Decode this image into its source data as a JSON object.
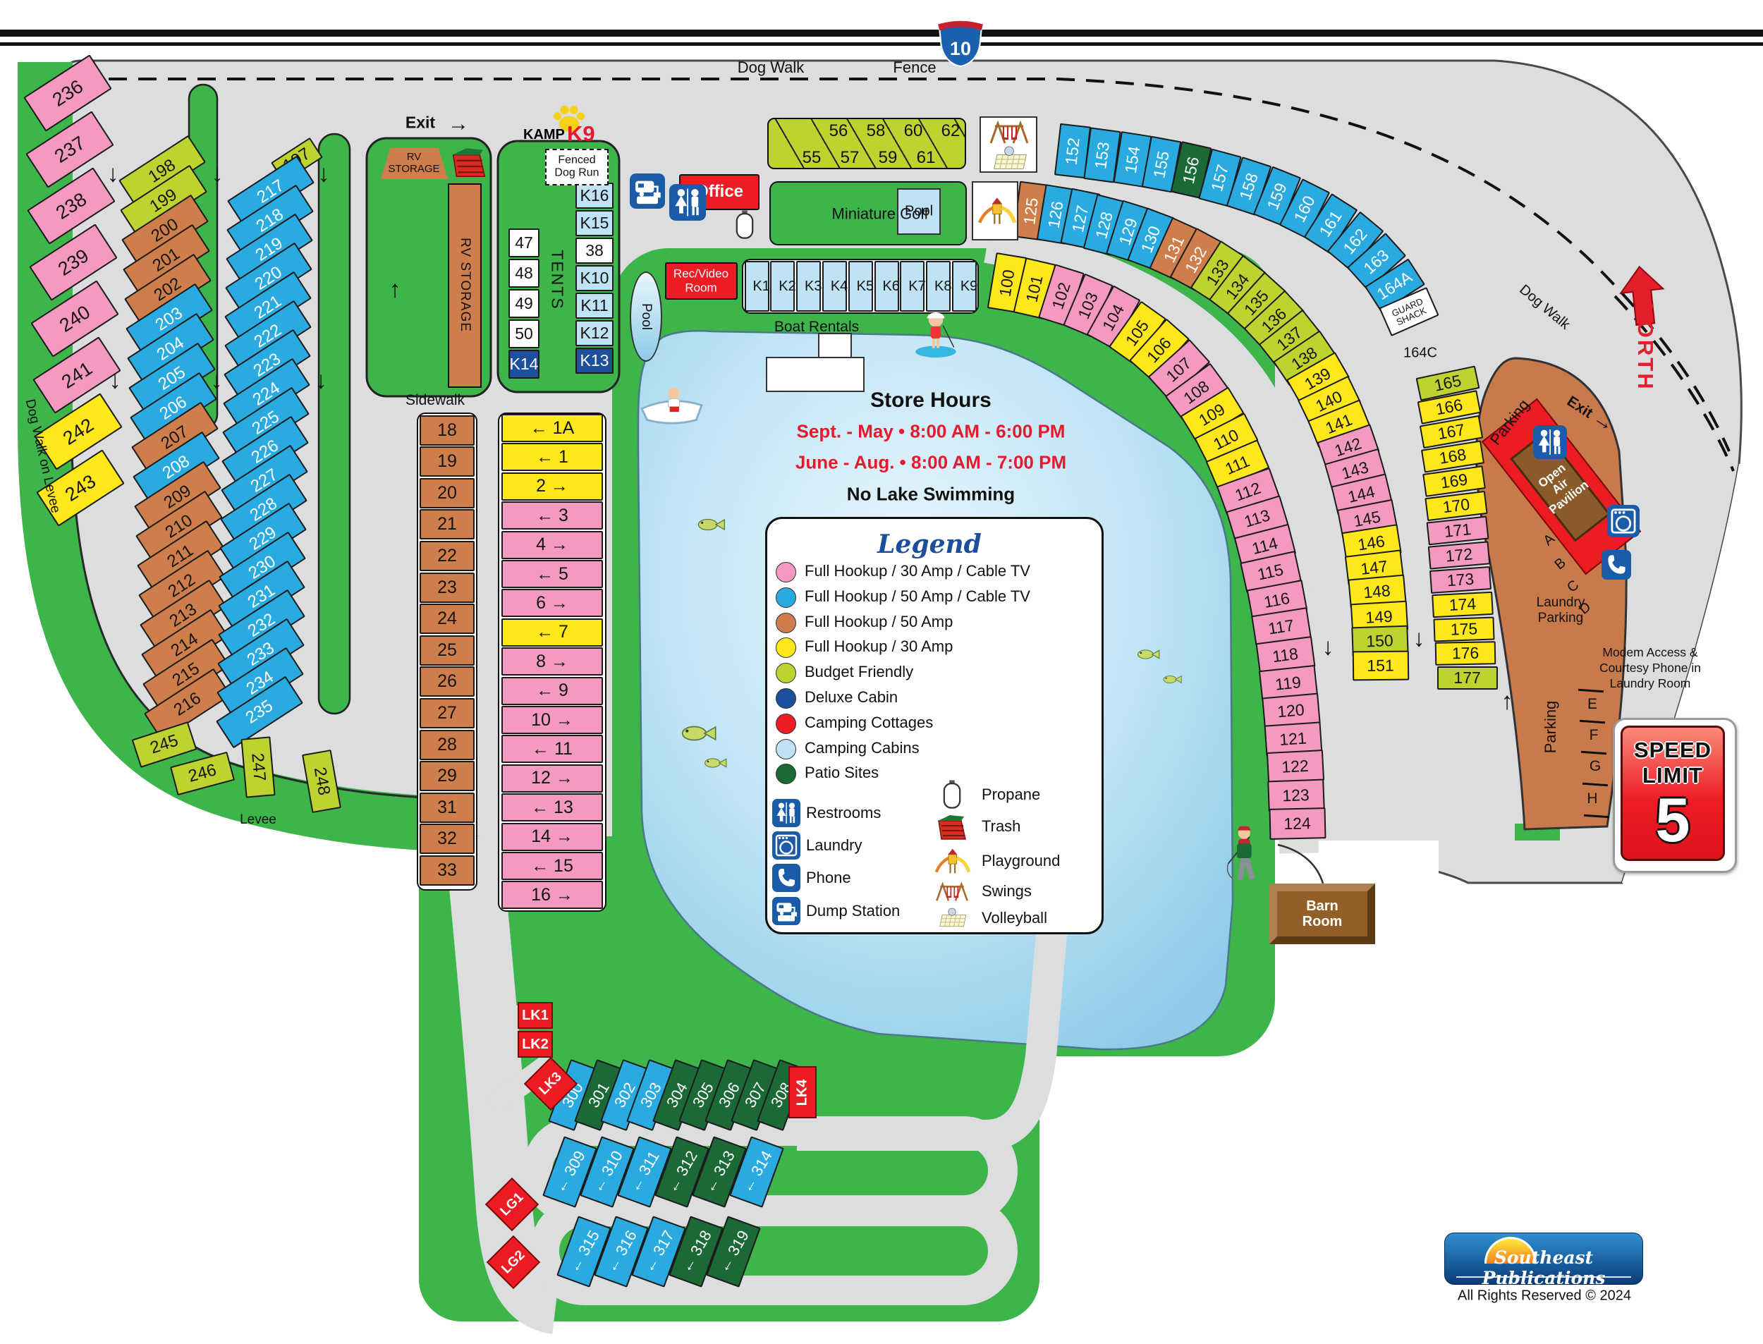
{
  "palette": {
    "grass": "#3DB54A",
    "road": "#DCDDDE",
    "lake_edge": "#8FCBE9",
    "lake_center": "#EAF7FD",
    "accent_red": "#ED1C24",
    "hours_red": "#E8192C",
    "north_red": "#E31F2B",
    "parking_brown": "#C87A4B",
    "barn_brown": "#935F28",
    "types": {
      "p": "#F49AC1",
      "b": "#29ABE2",
      "o": "#CE7E4A",
      "y": "#FFE81A",
      "g": "#BFD330",
      "n": "#1C4F9C",
      "r": "#ED1C24",
      "c": "#BFE2F4",
      "d": "#1A6937",
      "w": "#FFFFFF"
    }
  },
  "labels": {
    "dog_walk_top": "Dog Walk",
    "fence": "Fence",
    "i10": "10",
    "exit": "Exit",
    "exit_right": "Exit",
    "sidewalk": "Sidewalk",
    "rv_storage_upper": "RV STORAGE",
    "rv_storage_strip": "RV STORAGE",
    "kamp": "KAMP",
    "k9": "K9",
    "fenced_dog_run": "Fenced Dog Run",
    "tents": "TENTS",
    "office": "Office",
    "miniature_golf": "Miniature Golf",
    "pool_small": "Pool",
    "pool_oval": "Pool",
    "rec_video_room": "Rec/Video Room",
    "boat_rentals": "Boat Rentals",
    "dog_walk_on_levee": "Dog Walk on Levee",
    "levee": "Levee",
    "dog_walk_right": "Dog Walk",
    "north": "NORTH",
    "parking_upper": "Parking",
    "parking_lower": "Parking",
    "laundry_parking": "Laundry Parking",
    "modem_note": "Modem Access & Courtesy Phone in Laundry Room",
    "open_air_pavilion": "Open Air Pavilion",
    "guard_shack": "GUARD SHACK",
    "site_164c": "164C",
    "barn_room": "Barn Room",
    "pavilion_rows": [
      "A",
      "B",
      "C",
      "D"
    ],
    "parking_rows": [
      "E",
      "F",
      "G",
      "H"
    ]
  },
  "store_hours": {
    "heading": "Store Hours",
    "line1": "Sept. - May • 8:00 AM - 6:00 PM",
    "line2": "June - Aug. • 8:00 AM - 7:00 PM",
    "no_swim": "No Lake Swimming"
  },
  "speed_limit": {
    "line1": "SPEED",
    "line2": "LIMIT",
    "value": "5"
  },
  "footer": {
    "publisher": "Southeast Publications",
    "rights": "All Rights Reserved © 2024"
  },
  "legend": {
    "title": "Legend",
    "items": [
      {
        "label": "Full Hookup / 30 Amp / Cable TV",
        "color": "#F49AC1"
      },
      {
        "label": "Full Hookup / 50 Amp / Cable TV",
        "color": "#29ABE2"
      },
      {
        "label": "Full Hookup / 50 Amp",
        "color": "#CE7E4A"
      },
      {
        "label": "Full Hookup / 30 Amp",
        "color": "#FFE81A"
      },
      {
        "label": "Budget Friendly",
        "color": "#BFD330"
      },
      {
        "label": "Deluxe Cabin",
        "color": "#1C4F9C"
      },
      {
        "label": "Camping Cottages",
        "color": "#ED1C24"
      },
      {
        "label": "Camping Cabins",
        "color": "#BFE2F4"
      },
      {
        "label": "Patio Sites",
        "color": "#1A6937"
      }
    ],
    "amenities_left": [
      {
        "icon": "restrooms",
        "label": "Restrooms"
      },
      {
        "icon": "laundry",
        "label": "Laundry"
      },
      {
        "icon": "phone",
        "label": "Phone"
      },
      {
        "icon": "dump",
        "label": "Dump Station"
      }
    ],
    "amenities_right": [
      {
        "icon": "propane",
        "label": "Propane"
      },
      {
        "icon": "trash",
        "label": "Trash"
      },
      {
        "icon": "play",
        "label": "Playground"
      },
      {
        "icon": "swings",
        "label": "Swings"
      },
      {
        "icon": "volley",
        "label": "Volleyball"
      }
    ]
  },
  "markers": {
    "lk1": "LK1",
    "lk2": "LK2",
    "lk3": "LK3",
    "lk4": "LK4",
    "lg1": "LG1",
    "lg2": "LG2"
  },
  "row55": {
    "top": [
      "56",
      "58",
      "60",
      "62"
    ],
    "bottom": [
      "55",
      "57",
      "59",
      "61"
    ]
  },
  "sites": {
    "col236": [
      {
        "n": "236",
        "t": "p"
      },
      {
        "n": "237",
        "t": "p"
      },
      {
        "n": "238",
        "t": "p"
      },
      {
        "n": "239",
        "t": "p"
      },
      {
        "n": "240",
        "t": "p"
      },
      {
        "n": "241",
        "t": "p"
      },
      {
        "n": "242",
        "t": "y"
      },
      {
        "n": "243",
        "t": "y"
      }
    ],
    "col198": [
      {
        "n": "198",
        "t": "g"
      },
      {
        "n": "199",
        "t": "g"
      },
      {
        "n": "200",
        "t": "o"
      },
      {
        "n": "201",
        "t": "o"
      },
      {
        "n": "202",
        "t": "o"
      },
      {
        "n": "203",
        "t": "b"
      },
      {
        "n": "204",
        "t": "b"
      },
      {
        "n": "205",
        "t": "b"
      },
      {
        "n": "206",
        "t": "b"
      },
      {
        "n": "207",
        "t": "o"
      },
      {
        "n": "208",
        "t": "b"
      },
      {
        "n": "209",
        "t": "o"
      },
      {
        "n": "210",
        "t": "o"
      },
      {
        "n": "211",
        "t": "o"
      },
      {
        "n": "212",
        "t": "o"
      },
      {
        "n": "213",
        "t": "o"
      },
      {
        "n": "214",
        "t": "o"
      },
      {
        "n": "215",
        "t": "o"
      },
      {
        "n": "216",
        "t": "o"
      }
    ],
    "tag197": [
      {
        "n": "197",
        "t": "g"
      }
    ],
    "col217": [
      {
        "n": "217",
        "t": "b"
      },
      {
        "n": "218",
        "t": "b"
      },
      {
        "n": "219",
        "t": "b"
      },
      {
        "n": "220",
        "t": "b"
      },
      {
        "n": "221",
        "t": "b"
      },
      {
        "n": "222",
        "t": "b"
      },
      {
        "n": "223",
        "t": "b"
      },
      {
        "n": "224",
        "t": "b"
      },
      {
        "n": "225",
        "t": "b"
      },
      {
        "n": "226",
        "t": "b"
      },
      {
        "n": "227",
        "t": "b"
      },
      {
        "n": "228",
        "t": "b"
      },
      {
        "n": "229",
        "t": "b"
      },
      {
        "n": "230",
        "t": "b"
      },
      {
        "n": "231",
        "t": "b"
      },
      {
        "n": "232",
        "t": "b"
      },
      {
        "n": "233",
        "t": "b"
      },
      {
        "n": "234",
        "t": "b"
      },
      {
        "n": "235",
        "t": "b"
      }
    ],
    "grp245": [
      {
        "n": "245",
        "t": "g"
      },
      {
        "n": "246",
        "t": "g"
      },
      {
        "n": "247",
        "t": "g"
      },
      {
        "n": "248",
        "t": "g"
      }
    ],
    "col18": [
      {
        "n": "18",
        "t": "o"
      },
      {
        "n": "19",
        "t": "o"
      },
      {
        "n": "20",
        "t": "o"
      },
      {
        "n": "21",
        "t": "o"
      },
      {
        "n": "22",
        "t": "o"
      },
      {
        "n": "23",
        "t": "o"
      },
      {
        "n": "24",
        "t": "o"
      },
      {
        "n": "25",
        "t": "o"
      },
      {
        "n": "26",
        "t": "o"
      },
      {
        "n": "27",
        "t": "o"
      },
      {
        "n": "28",
        "t": "o"
      },
      {
        "n": "29",
        "t": "o"
      },
      {
        "n": "31",
        "t": "o"
      },
      {
        "n": "32",
        "t": "o"
      },
      {
        "n": "33",
        "t": "o"
      }
    ],
    "col1A": [
      {
        "n": "← 1A",
        "t": "y"
      },
      {
        "n": "← 1",
        "t": "y"
      },
      {
        "n": "2 →",
        "t": "y"
      },
      {
        "n": "← 3",
        "t": "p"
      },
      {
        "n": "4 →",
        "t": "p"
      },
      {
        "n": "← 5",
        "t": "p"
      },
      {
        "n": "6 →",
        "t": "p"
      },
      {
        "n": "← 7",
        "t": "y"
      },
      {
        "n": "8 →",
        "t": "p"
      },
      {
        "n": "← 9",
        "t": "p"
      },
      {
        "n": "10 →",
        "t": "p"
      },
      {
        "n": "← 11",
        "t": "p"
      },
      {
        "n": "12 →",
        "t": "p"
      },
      {
        "n": "← 13",
        "t": "p"
      },
      {
        "n": "14 →",
        "t": "p"
      },
      {
        "n": "← 15",
        "t": "p"
      },
      {
        "n": "16 →",
        "t": "p"
      }
    ],
    "tentsL": [
      {
        "n": "47",
        "t": "w"
      },
      {
        "n": "48",
        "t": "w"
      },
      {
        "n": "49",
        "t": "w"
      },
      {
        "n": "50",
        "t": "w"
      },
      {
        "n": "K14",
        "t": "n"
      }
    ],
    "tentsR": [
      {
        "n": "K16",
        "t": "c"
      },
      {
        "n": "K15",
        "t": "c"
      },
      {
        "n": "38",
        "t": "w"
      },
      {
        "n": "K10",
        "t": "c"
      },
      {
        "n": "K11",
        "t": "c"
      },
      {
        "n": "K12",
        "t": "c"
      },
      {
        "n": "K13",
        "t": "n"
      }
    ],
    "k19": [
      {
        "n": "K1",
        "t": "c"
      },
      {
        "n": "K2",
        "t": "c"
      },
      {
        "n": "K3",
        "t": "c"
      },
      {
        "n": "K4",
        "t": "c"
      },
      {
        "n": "K5",
        "t": "c"
      },
      {
        "n": "K6",
        "t": "c"
      },
      {
        "n": "K7",
        "t": "c"
      },
      {
        "n": "K8",
        "t": "c"
      },
      {
        "n": "K9",
        "t": "c"
      }
    ],
    "arcInner": [
      {
        "n": "100",
        "t": "y"
      },
      {
        "n": "101",
        "t": "y"
      },
      {
        "n": "102",
        "t": "p"
      },
      {
        "n": "103",
        "t": "p"
      },
      {
        "n": "104",
        "t": "p"
      },
      {
        "n": "105",
        "t": "y"
      },
      {
        "n": "106",
        "t": "y"
      },
      {
        "n": "107",
        "t": "p"
      },
      {
        "n": "108",
        "t": "p"
      },
      {
        "n": "109",
        "t": "y"
      },
      {
        "n": "110",
        "t": "y"
      },
      {
        "n": "111",
        "t": "y"
      },
      {
        "n": "112",
        "t": "p"
      },
      {
        "n": "113",
        "t": "p"
      },
      {
        "n": "114",
        "t": "p"
      },
      {
        "n": "115",
        "t": "p"
      },
      {
        "n": "116",
        "t": "p"
      },
      {
        "n": "117",
        "t": "p"
      },
      {
        "n": "118",
        "t": "p"
      },
      {
        "n": "119",
        "t": "p"
      },
      {
        "n": "120",
        "t": "p"
      },
      {
        "n": "121",
        "t": "p"
      },
      {
        "n": "122",
        "t": "p"
      },
      {
        "n": "123",
        "t": "p"
      },
      {
        "n": "124",
        "t": "p"
      }
    ],
    "arcMid": [
      {
        "n": "125",
        "t": "o",
        "wt": 1
      },
      {
        "n": "126",
        "t": "b"
      },
      {
        "n": "127",
        "t": "b"
      },
      {
        "n": "128",
        "t": "b"
      },
      {
        "n": "129",
        "t": "b"
      },
      {
        "n": "130",
        "t": "b"
      },
      {
        "n": "131",
        "t": "o",
        "wt": 1
      },
      {
        "n": "132",
        "t": "o",
        "wt": 1
      },
      {
        "n": "133",
        "t": "g"
      },
      {
        "n": "134",
        "t": "g"
      },
      {
        "n": "135",
        "t": "g"
      },
      {
        "n": "136",
        "t": "g"
      },
      {
        "n": "137",
        "t": "g"
      },
      {
        "n": "138",
        "t": "g"
      },
      {
        "n": "139",
        "t": "y"
      },
      {
        "n": "140",
        "t": "y"
      },
      {
        "n": "141",
        "t": "y"
      },
      {
        "n": "142",
        "t": "p"
      },
      {
        "n": "143",
        "t": "p"
      },
      {
        "n": "144",
        "t": "p"
      },
      {
        "n": "145",
        "t": "p"
      },
      {
        "n": "146",
        "t": "y"
      },
      {
        "n": "147",
        "t": "y"
      },
      {
        "n": "148",
        "t": "y"
      },
      {
        "n": "149",
        "t": "y"
      },
      {
        "n": "150",
        "t": "g"
      },
      {
        "n": "151",
        "t": "y"
      }
    ],
    "arcOuter": [
      {
        "n": "152",
        "t": "b"
      },
      {
        "n": "153",
        "t": "b"
      },
      {
        "n": "154",
        "t": "b"
      },
      {
        "n": "155",
        "t": "b"
      },
      {
        "n": "156",
        "t": "d"
      },
      {
        "n": "157",
        "t": "b"
      },
      {
        "n": "158",
        "t": "b"
      },
      {
        "n": "159",
        "t": "b"
      },
      {
        "n": "160",
        "t": "b"
      },
      {
        "n": "161",
        "t": "b"
      },
      {
        "n": "162",
        "t": "b"
      },
      {
        "n": "163",
        "t": "b"
      },
      {
        "n": "164A",
        "t": "b"
      },
      {
        "n": "GUARD SHACK",
        "t": "w",
        "fs": 13
      }
    ],
    "col165": [
      {
        "n": "165",
        "t": "g"
      },
      {
        "n": "166",
        "t": "y"
      },
      {
        "n": "167",
        "t": "y"
      },
      {
        "n": "168",
        "t": "y"
      },
      {
        "n": "169",
        "t": "y"
      },
      {
        "n": "170",
        "t": "y"
      },
      {
        "n": "171",
        "t": "p"
      },
      {
        "n": "172",
        "t": "p"
      },
      {
        "n": "173",
        "t": "p"
      },
      {
        "n": "174",
        "t": "y"
      },
      {
        "n": "175",
        "t": "y"
      },
      {
        "n": "176",
        "t": "y"
      },
      {
        "n": "177",
        "t": "g"
      }
    ],
    "row300": [
      {
        "n": "300",
        "t": "b"
      },
      {
        "n": "301",
        "t": "d"
      },
      {
        "n": "302",
        "t": "b"
      },
      {
        "n": "303",
        "t": "b"
      },
      {
        "n": "304",
        "t": "d"
      },
      {
        "n": "305",
        "t": "d"
      },
      {
        "n": "306",
        "t": "d"
      },
      {
        "n": "307",
        "t": "d"
      },
      {
        "n": "308",
        "t": "d"
      }
    ],
    "row309": [
      {
        "n": "← 309",
        "t": "b"
      },
      {
        "n": "← 310",
        "t": "b"
      },
      {
        "n": "← 311",
        "t": "b"
      },
      {
        "n": "← 312",
        "t": "d"
      },
      {
        "n": "← 313",
        "t": "d"
      },
      {
        "n": "← 314",
        "t": "b"
      }
    ],
    "row315": [
      {
        "n": "← 315",
        "t": "b"
      },
      {
        "n": "← 316",
        "t": "b"
      },
      {
        "n": "← 317",
        "t": "b"
      },
      {
        "n": "← 318",
        "t": "d"
      },
      {
        "n": "← 319",
        "t": "d"
      }
    ]
  }
}
